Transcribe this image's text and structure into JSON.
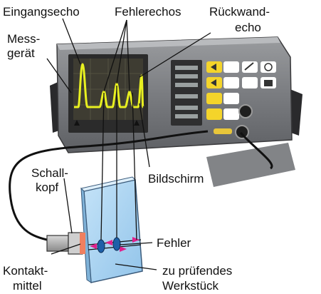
{
  "labels": {
    "eingangsecho": "Eingangsecho",
    "fehlerechos": "Fehlerechos",
    "rueckwand_1": "Rückwand-",
    "rueckwand_2": "echo",
    "messgeraet_1": "Mess-",
    "messgeraet_2": "gerät",
    "schallkopf_1": "Schall-",
    "schallkopf_2": "kopf",
    "bildschirm": "Bildschirm",
    "fehler": "Fehler",
    "kontaktmittel_1": "Kontakt-",
    "kontaktmittel_2": "mittel",
    "werkstueck_1": "zu prüfendes",
    "werkstueck_2": "Werkstück"
  },
  "colors": {
    "echo_trace": "#e8f020",
    "block": "#a9d4f2",
    "flaw": "#1e5fa8",
    "ultrasound_arrows": "#e0208c",
    "probe_contact": "#f08060",
    "device_body": "#7d7f82",
    "screen": "#3e3c32"
  },
  "icons": [
    "play-left-icon",
    "edit-icon",
    "lock-icon",
    "power-icon",
    "connector-icon"
  ]
}
